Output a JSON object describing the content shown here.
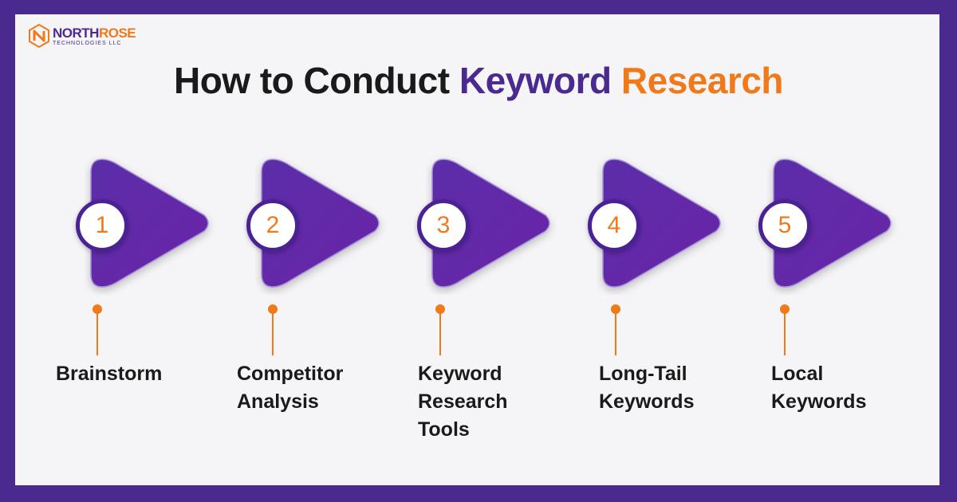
{
  "logo": {
    "name_part1": "NORTH",
    "name_part2": "ROSE",
    "subtitle": "TECHNOLOGIES LLC"
  },
  "title": {
    "part1": "How to Conduct",
    "part2": "Keyword",
    "part3": "Research"
  },
  "steps": [
    {
      "number": "1",
      "label": "Brainstorm"
    },
    {
      "number": "2",
      "label": "Competitor\nAnalysis"
    },
    {
      "number": "3",
      "label": "Keyword\nResearch\nTools"
    },
    {
      "number": "4",
      "label": "Long-Tail\nKeywords"
    },
    {
      "number": "5",
      "label": "Local\nKeywords"
    }
  ],
  "colors": {
    "purple": "#4b2a8f",
    "orange": "#f07a1a",
    "background": "#f5f4f7"
  }
}
